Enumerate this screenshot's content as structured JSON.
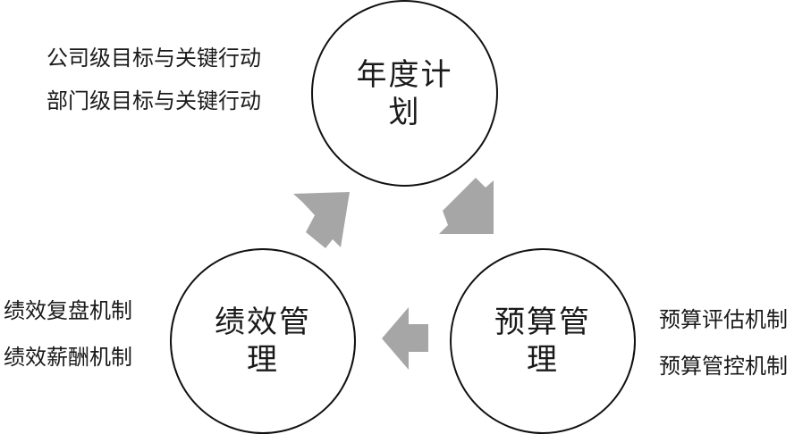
{
  "nodes": {
    "plan": {
      "line1": "年度计",
      "line2": "划"
    },
    "performance": {
      "line1": "绩效管",
      "line2": "理"
    },
    "budget": {
      "line1": "预算管",
      "line2": "理"
    }
  },
  "notes": {
    "plan": [
      "公司级目标与关键行动",
      "部门级目标与关键行动"
    ],
    "performance": [
      "绩效复盘机制",
      "绩效薪酬机制"
    ],
    "budget": [
      "预算评估机制",
      "预算管控机制"
    ]
  },
  "colors": {
    "arrow": "#a6a6a6",
    "border": "#111111"
  }
}
